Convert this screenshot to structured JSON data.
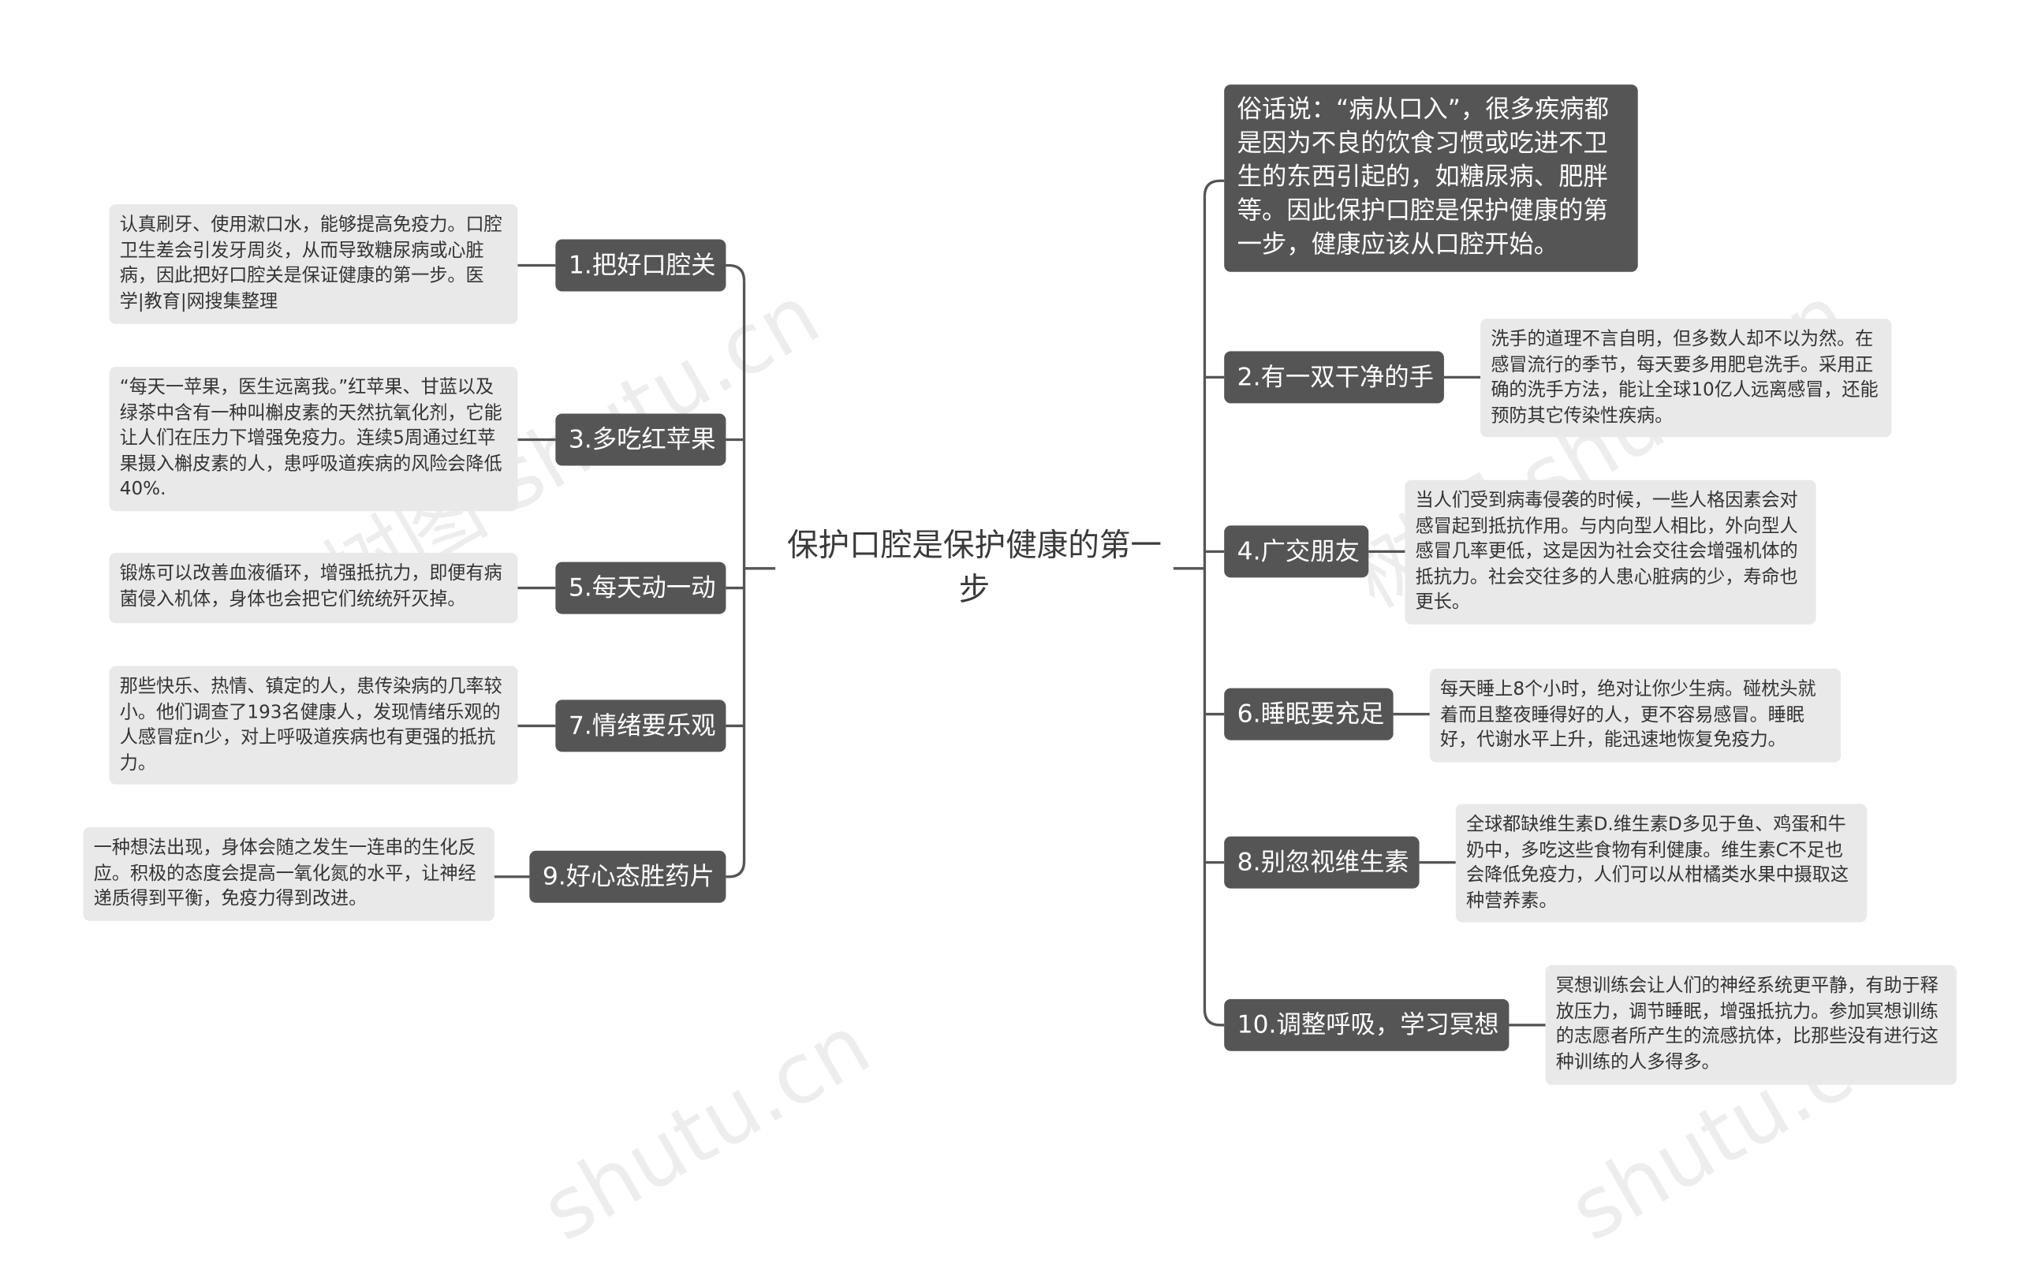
{
  "watermark": {
    "text_1": "树图 shutu.cn",
    "text_2": "树图 shutu.cn",
    "text_3": "shutu.cn",
    "text_4": "shutu.cn"
  },
  "center": {
    "title": "保护口腔是保护健康的第一步"
  },
  "intro": {
    "text": "俗话说：“病从口入”，很多疾病都是因为不良的饮食习惯或吃进不卫生的东西引起的，如糖尿病、肥胖等。因此保护口腔是保护健康的第一步，健康应该从口腔开始。"
  },
  "left_branches": [
    {
      "label": "1.把好口腔关",
      "detail": "认真刷牙、使用漱口水，能够提高免疫力。口腔卫生差会引发牙周炎，从而导致糖尿病或心脏病，因此把好口腔关是保证健康的第一步。医学|教育|网搜集整理"
    },
    {
      "label": "3.多吃红苹果",
      "detail": "“每天一苹果，医生远离我。”红苹果、甘蓝以及绿茶中含有一种叫槲皮素的天然抗氧化剂，它能让人们在压力下增强免疫力。连续5周通过红苹果摄入槲皮素的人，患呼吸道疾病的风险会降低40%."
    },
    {
      "label": "5.每天动一动",
      "detail": "锻炼可以改善血液循环，增强抵抗力，即便有病菌侵入机体，身体也会把它们统统歼灭掉。"
    },
    {
      "label": "7.情绪要乐观",
      "detail": "那些快乐、热情、镇定的人，患传染病的几率较小。他们调查了193名健康人，发现情绪乐观的人感冒症n少，对上呼吸道疾病也有更强的抵抗力。"
    },
    {
      "label": "9.好心态胜药片",
      "detail": "一种想法出现，身体会随之发生一连串的生化反应。积极的态度会提高一氧化氮的水平，让神经递质得到平衡，免疫力得到改进。"
    }
  ],
  "right_branches": [
    {
      "label": "2.有一双干净的手",
      "detail": "洗手的道理不言自明，但多数人却不以为然。在感冒流行的季节，每天要多用肥皂洗手。采用正确的洗手方法，能让全球10亿人远离感冒，还能预防其它传染性疾病。"
    },
    {
      "label": "4.广交朋友",
      "detail": "当人们受到病毒侵袭的时候，一些人格因素会对感冒起到抵抗作用。与内向型人相比，外向型人感冒几率更低，这是因为社会交往会增强机体的抵抗力。社会交往多的人患心脏病的少，寿命也更长。"
    },
    {
      "label": "6.睡眠要充足",
      "detail": "每天睡上8个小时，绝对让你少生病。碰枕头就着而且整夜睡得好的人，更不容易感冒。睡眠好，代谢水平上升，能迅速地恢复免疫力。"
    },
    {
      "label": "8.别忽视维生素",
      "detail": "全球都缺维生素D.维生素D多见于鱼、鸡蛋和牛奶中，多吃这些食物有利健康。维生素C不足也会降低免疫力，人们可以从柑橘类水果中摄取这种营养素。"
    },
    {
      "label": "10.调整呼吸，学习冥想",
      "detail": "冥想训练会让人们的神经系统更平静，有助于释放压力，调节睡眠，增强抵抗力。参加冥想训练的志愿者所产生的流感抗体，比那些没有进行这种训练的人多得多。"
    }
  ],
  "colors": {
    "branch_bg": "#555555",
    "leaf_bg": "#e9e9e9",
    "line": "#555555"
  }
}
